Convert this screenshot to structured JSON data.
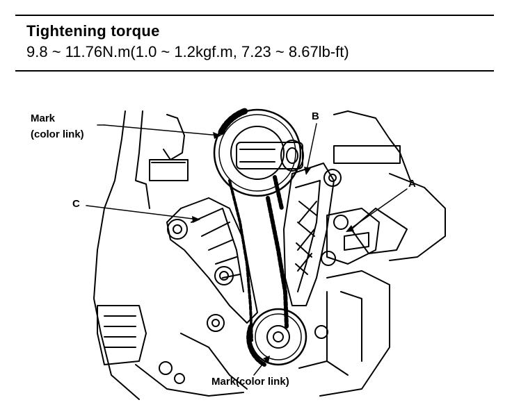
{
  "spec": {
    "title": "Tightening torque",
    "value": "9.8 ~ 11.76N.m(1.0 ~ 1.2kgf.m, 7.23 ~ 8.67lb-ft)"
  },
  "figure": {
    "labels": {
      "mark_top_line1": "Mark",
      "mark_top_line2": "(color link)",
      "b": "B",
      "a": "A",
      "c": "C",
      "mark_bottom": "Mark(color link)"
    }
  }
}
